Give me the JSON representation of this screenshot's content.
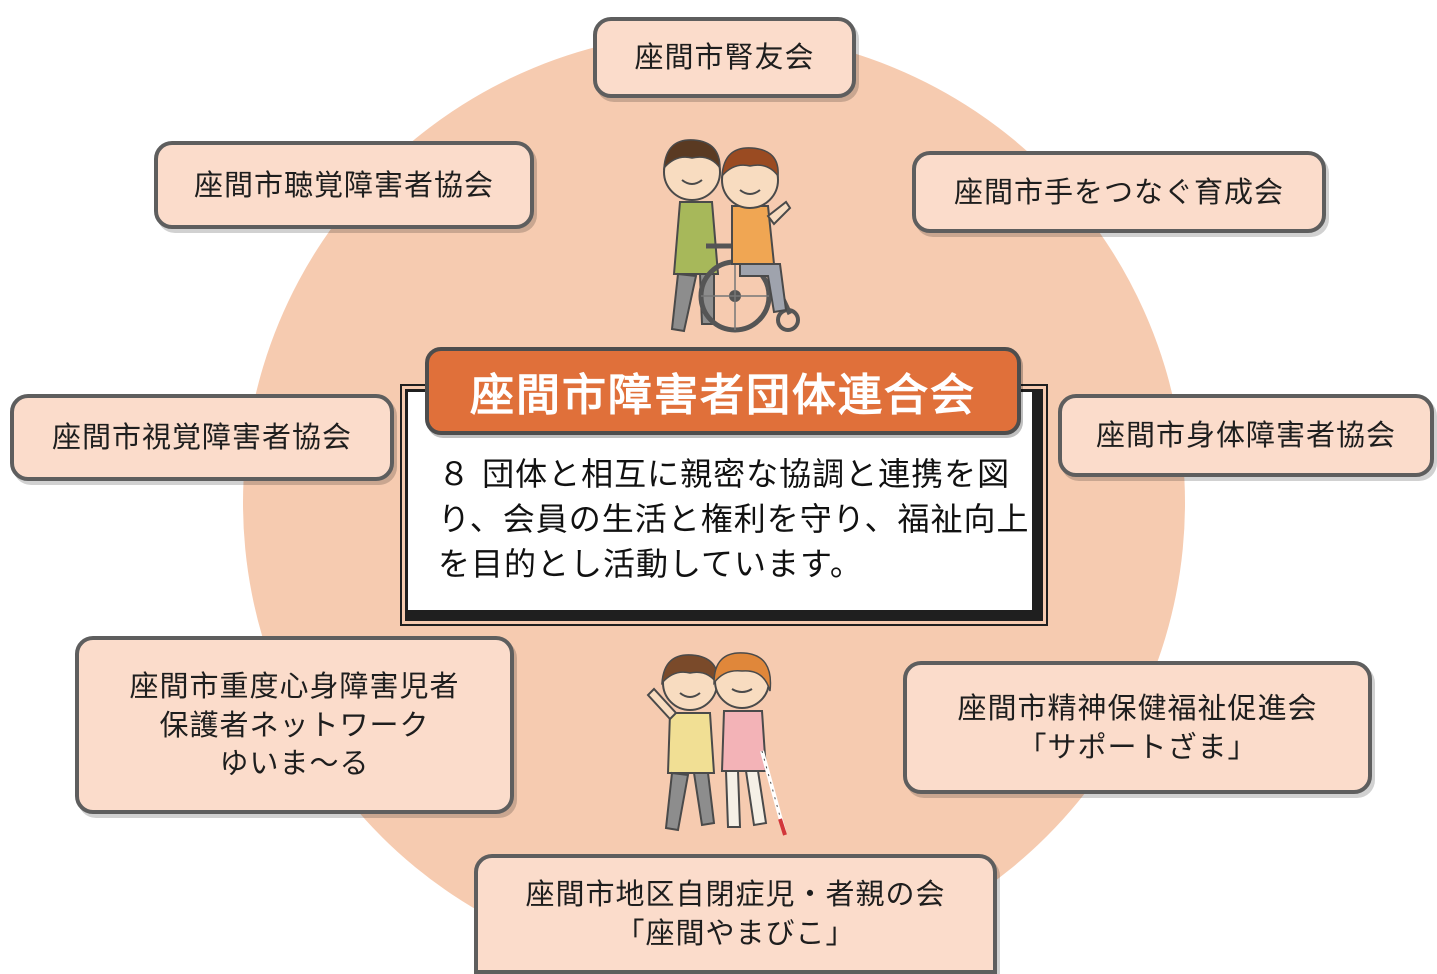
{
  "center": {
    "title": "座間市障害者団体連合会",
    "description_lines": [
      "８ 団体と相互に親密な協調と連携を図",
      "り、会員の生活と権利を守り、福祉向上",
      "を目的とし活動しています。"
    ]
  },
  "organizations": [
    {
      "id": "kidney",
      "lines": [
        "座間市腎友会"
      ]
    },
    {
      "id": "hearing",
      "lines": [
        "座間市聴覚障害者協会"
      ]
    },
    {
      "id": "hand-in-hand",
      "lines": [
        "座間市手をつなぐ育成会"
      ]
    },
    {
      "id": "visual",
      "lines": [
        "座間市視覚障害者協会"
      ]
    },
    {
      "id": "physical",
      "lines": [
        "座間市身体障害者協会"
      ]
    },
    {
      "id": "severe",
      "lines": [
        "座間市重度心身障害児者",
        "保護者ネットワーク",
        "ゆいま〜る"
      ]
    },
    {
      "id": "mental",
      "lines": [
        "座間市精神保健福祉促進会",
        "「サポートざま」"
      ]
    },
    {
      "id": "autism",
      "lines": [
        "座間市地区自閉症児・者親の会",
        "「座間やまびこ」"
      ]
    }
  ],
  "colors": {
    "disc": "#f6cbb0",
    "box_fill": "#fbdccb",
    "box_border": "#5e5e5e",
    "title_fill": "#e0703a"
  },
  "illustrations": [
    "wheelchair-helper-illustration",
    "guide-walk-illustration"
  ]
}
